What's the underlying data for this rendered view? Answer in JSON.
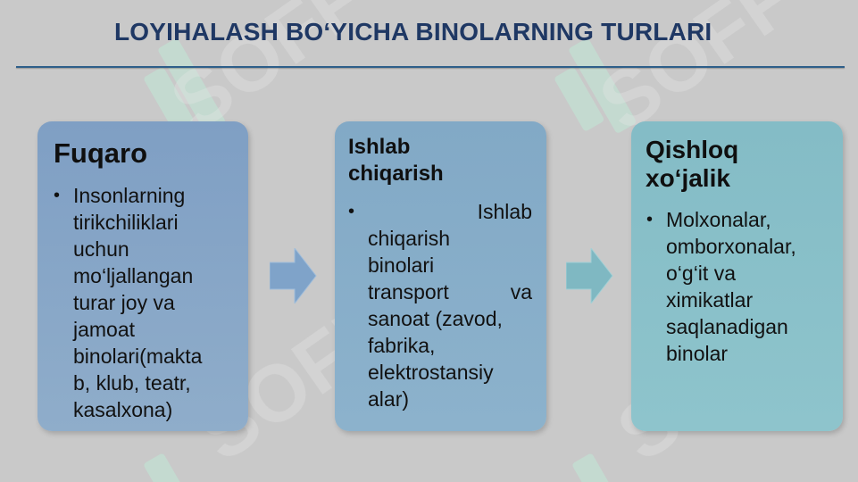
{
  "title": "LOYIHALASH BO‘YICHA BINOLARNING TURLARI",
  "cards": [
    {
      "heading": "Fuqaro",
      "lines": [
        "Insonlarning",
        "tirikchiliklari",
        "uchun",
        "mo‘ljallangan",
        "turar joy va",
        "jamoat",
        "binolari(makta",
        "b, klub, teatr,",
        "kasalxona)"
      ]
    },
    {
      "heading_lines": [
        "Ishlab",
        "chiqarish"
      ],
      "lines": [
        "Ishlab",
        "chiqarish",
        "binolari",
        "transport va",
        "sanoat (zavod,",
        "fabrika,",
        "elektrostansiy",
        "alar)"
      ]
    },
    {
      "heading_lines": [
        "Qishloq",
        "xo‘jalik"
      ],
      "lines": [
        "Molxonalar,",
        "omborxonalar,",
        "o‘g‘it va",
        "ximikatlar",
        "saqlanadigan",
        "binolar"
      ]
    }
  ],
  "watermark": "SOFF",
  "colors": {
    "title": "#1f3864",
    "card1": "#8aa8c8",
    "card2": "#86adc8",
    "card3": "#88c0c8",
    "arrow1": "#7fa3c9",
    "arrow2": "#7fb8c2"
  }
}
